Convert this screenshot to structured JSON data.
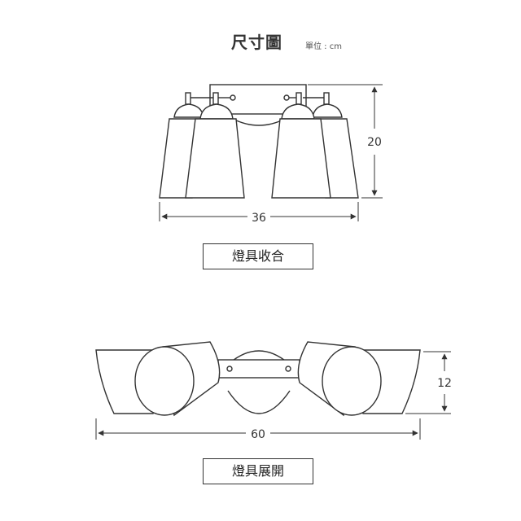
{
  "header": {
    "title": "尺寸圖",
    "unit": "單位 : cm"
  },
  "folded": {
    "label": "燈具收合",
    "width_value": "36",
    "height_value": "20"
  },
  "expanded": {
    "label": "燈具展開",
    "width_value": "60",
    "height_value": "12"
  }
}
